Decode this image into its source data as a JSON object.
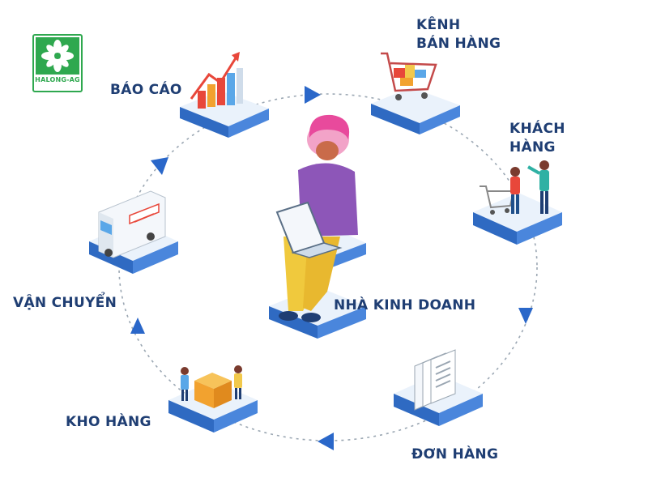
{
  "logo": {
    "text": "HALONG-AG",
    "icon": "flower-icon",
    "color": "#2fa84f"
  },
  "center": {
    "label": "NHÀ KINH DOANH"
  },
  "nodes": [
    {
      "id": "bao-cao",
      "lines": [
        "BÁO CÁO"
      ],
      "icon": "bar-chart-icon"
    },
    {
      "id": "kenh-ban-hang",
      "lines": [
        "KÊNH",
        "BÁN HÀNG"
      ],
      "icon": "shopping-cart-icon"
    },
    {
      "id": "khach-hang",
      "lines": [
        "KHÁCH",
        "HÀNG"
      ],
      "icon": "customers-icon"
    },
    {
      "id": "don-hang",
      "lines": [
        "ĐƠN HÀNG"
      ],
      "icon": "documents-icon"
    },
    {
      "id": "kho-hang",
      "lines": [
        "KHO HÀNG"
      ],
      "icon": "warehouse-boxes-icon"
    },
    {
      "id": "van-chuyen",
      "lines": [
        "VẬN CHUYỂN"
      ],
      "icon": "delivery-truck-icon"
    }
  ],
  "colors": {
    "label": "#1f3e73",
    "arrow": "#2a67c9",
    "platform_top": "#eaf2fb",
    "platform_side": "#3a78d1",
    "cycle_line": "#9aa6b2"
  }
}
